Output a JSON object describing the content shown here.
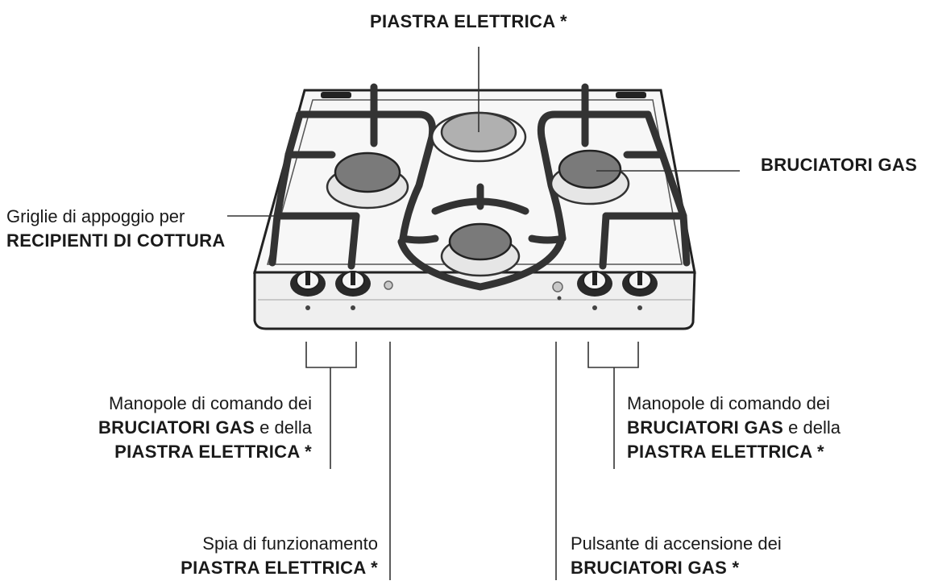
{
  "labels": {
    "top": "PIASTRA ELETTRICA *",
    "right_burners": "BRUCIATORI GAS",
    "grates_line1": "Griglie di appoggio per",
    "grates_line2": "RECIPIENTI DI COTTURA",
    "knobs_left": {
      "line1": "Manopole di comando dei",
      "line2_bold": "BRUCIATORI GAS",
      "line2_tail": " e della",
      "line3": "PIASTRA ELETTRICA *"
    },
    "knobs_right": {
      "line1": "Manopole di comando dei",
      "line2_bold": "BRUCIATORI GAS",
      "line2_tail": " e della",
      "line3": "PIASTRA ELETTRICA *"
    },
    "indicator": {
      "line1": "Spia di funzionamento",
      "line2": "PIASTRA ELETTRICA *"
    },
    "ignition": {
      "line1": "Pulsante di accensione dei",
      "line2": "BRUCIATORI GAS *"
    }
  }
}
